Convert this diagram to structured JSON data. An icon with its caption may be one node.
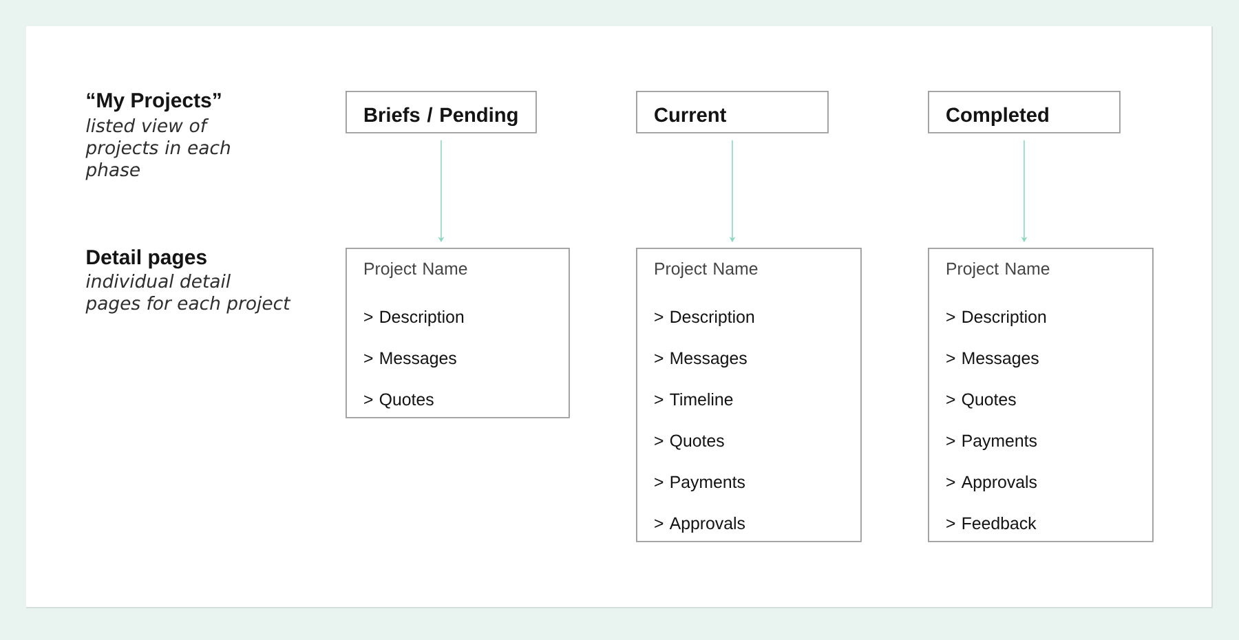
{
  "diagram": {
    "nodes": [
      {
        "text": [
          "Briefs / Pending"
        ]
      },
      {
        "text": [
          "Current"
        ]
      },
      {
        "text": [
          "Completed"
        ]
      },
      {
        "text": [
          "Project Name",
          "> Description",
          "> Messages",
          "> Quotes"
        ]
      },
      {
        "text": [
          "Project Name",
          "> Description",
          "> Messages",
          "> Timeline",
          "> Quotes",
          "> Payments",
          "> Approvals"
        ]
      },
      {
        "text": [
          "Project Name",
          "> Description",
          "> Messages",
          "> Quotes",
          "> Payments",
          "> Approvals",
          "> Feedback"
        ]
      }
    ],
    "edges": [
      {
        "from": 0,
        "to": 3,
        "arrow": "to"
      },
      {
        "from": 1,
        "to": 4,
        "arrow": "to"
      },
      {
        "from": 2,
        "to": 5,
        "arrow": "to"
      }
    ],
    "labels": [
      "“My Projects”",
      "listed view of projects in each phase",
      "Detail pages",
      "individual detail pages for each project"
    ]
  }
}
